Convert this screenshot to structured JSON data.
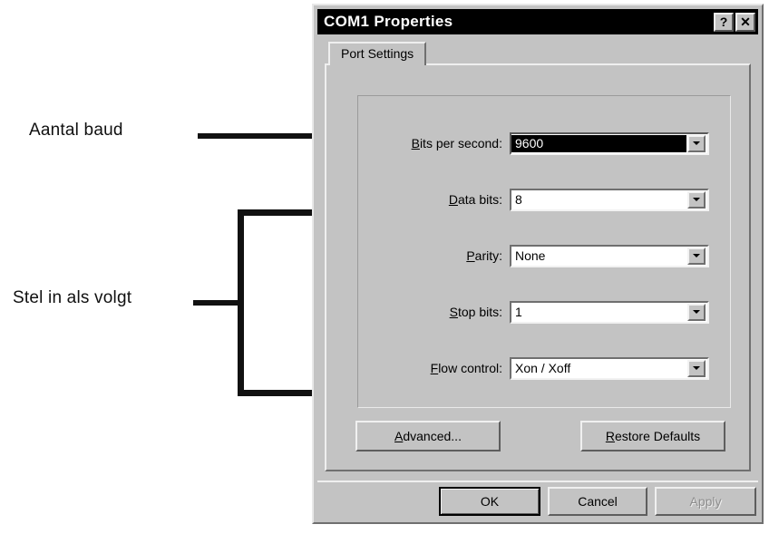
{
  "annotations": [
    {
      "id": "baud",
      "text": "Aantal baud",
      "marker": "arrow-right"
    },
    {
      "id": "setas",
      "text": "Stel in als volgt",
      "marker": "bracket"
    }
  ],
  "dialog": {
    "title": "COM1 Properties",
    "titlebar_buttons": [
      {
        "name": "help-button",
        "label": "?"
      },
      {
        "name": "close-button",
        "label": "✕"
      }
    ],
    "tabs": [
      {
        "label": "Port Settings",
        "selected": true
      }
    ],
    "fields": [
      {
        "label": "Bits per second:",
        "accel": "B",
        "value": "9600",
        "focused": true
      },
      {
        "label": "Data bits:",
        "accel": "D",
        "value": "8",
        "focused": false
      },
      {
        "label": "Parity:",
        "accel": "P",
        "value": "None",
        "focused": false
      },
      {
        "label": "Stop bits:",
        "accel": "S",
        "value": "1",
        "focused": false
      },
      {
        "label": "Flow control:",
        "accel": "F",
        "value": "Xon / Xoff",
        "focused": false
      }
    ],
    "buttons": {
      "advanced": "Advanced...",
      "restore_defaults": "Restore Defaults",
      "ok": "OK",
      "cancel": "Cancel",
      "apply": "Apply"
    },
    "apply_enabled": false
  },
  "colors": {
    "dialog_face": "#c3c3c3",
    "titlebar": "#000000",
    "titlebar_text": "#ffffff",
    "selection": "#000000",
    "disabled_text": "#8e8e8e"
  }
}
